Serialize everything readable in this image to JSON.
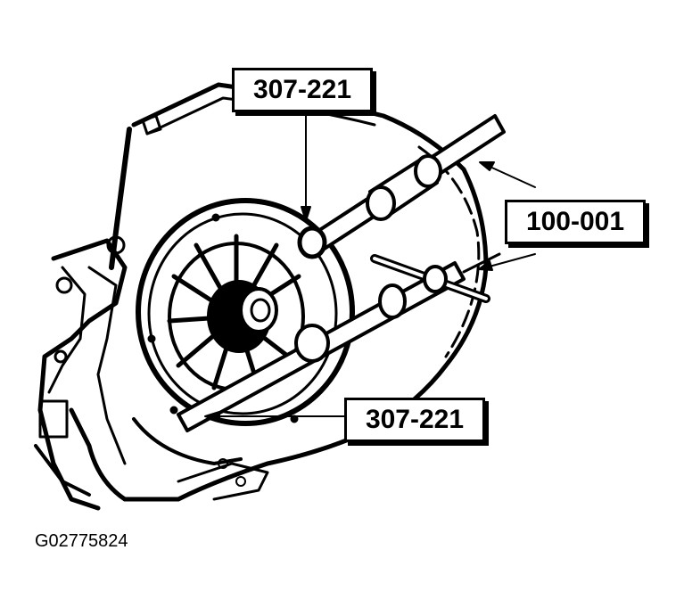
{
  "callouts": {
    "top": "307-221",
    "right": "100-001",
    "bottom": "307-221"
  },
  "figure_id": "G02775824"
}
